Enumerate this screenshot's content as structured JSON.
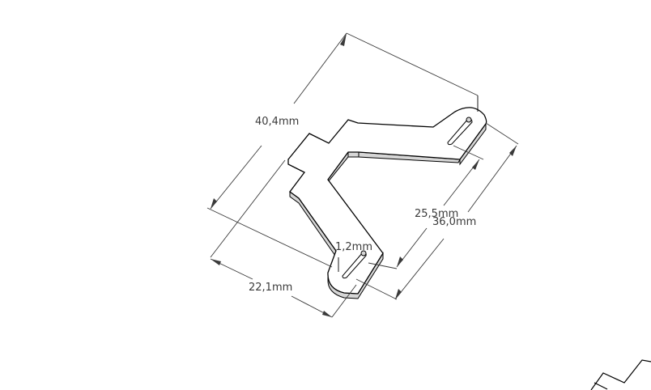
{
  "dimensions": {
    "length_overall": "40,4mm",
    "width": "22,1mm",
    "length_right": "36,0mm",
    "slot_spacing": "25,5mm",
    "thickness": "1,2mm"
  },
  "colors": {
    "edge": "#000000",
    "side_face": "#d9d9d9",
    "dimension_line": "#3a3a3a"
  }
}
